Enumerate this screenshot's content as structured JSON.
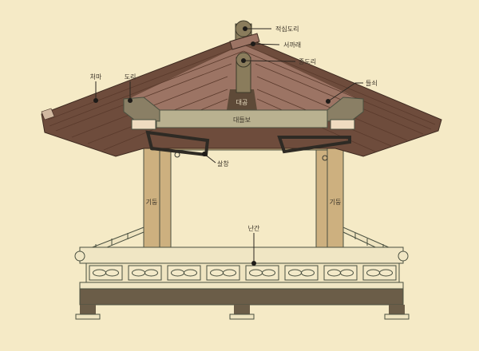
{
  "title": "정자 구조",
  "labels": {
    "jeoksim_dori": "적심도리",
    "seokkarae": "서까래",
    "jong_dori": "종도리",
    "daegong": "대공",
    "daedeulbo": "대들보",
    "cheoma": "처마",
    "dori": "도리",
    "deulsoe": "들쇠",
    "salchang": "살창",
    "gidung_left": "기둥",
    "gidung_right": "기둥",
    "nangan": "난간"
  },
  "colors": {
    "background": "#f5eac6",
    "roof_dark": "#6e4c3c",
    "roof_light": "#9c7464",
    "beam": "#b9b190",
    "post": "#cdb07f",
    "base": "#6b5d48"
  }
}
